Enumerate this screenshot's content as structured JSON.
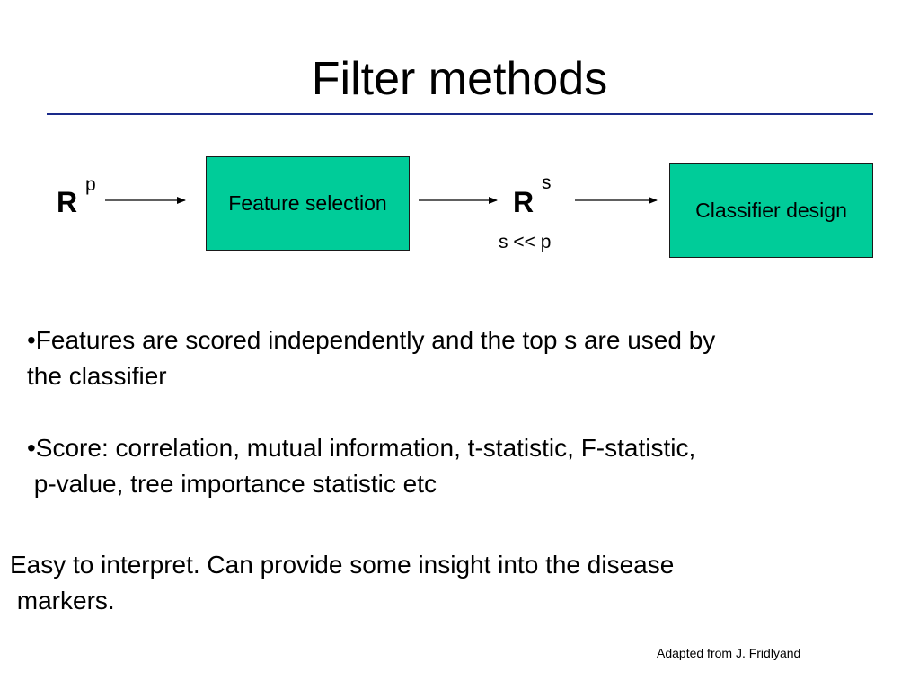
{
  "slide": {
    "title": "Filter methods",
    "diagram": {
      "input": {
        "symbol": "R",
        "superscript": "p"
      },
      "box1": {
        "label": "Feature selection"
      },
      "output": {
        "symbol": "R",
        "superscript": "s"
      },
      "condition": "s << p",
      "box2": {
        "label": "Classifier design"
      },
      "colors": {
        "box_fill": "#00cc99",
        "rule": "#1a2a8a"
      }
    },
    "bullets": [
      {
        "lines": [
          "•Features are scored independently and the top s are used by",
          "the classifier"
        ]
      },
      {
        "lines": [
          "•Score: correlation, mutual information, t-statistic, F-statistic,",
          " p-value, tree importance statistic etc"
        ]
      }
    ],
    "summary": {
      "lines": [
        "Easy to interpret. Can provide some insight into the disease",
        " markers."
      ]
    },
    "credit": "Adapted from J. Fridlyand"
  }
}
